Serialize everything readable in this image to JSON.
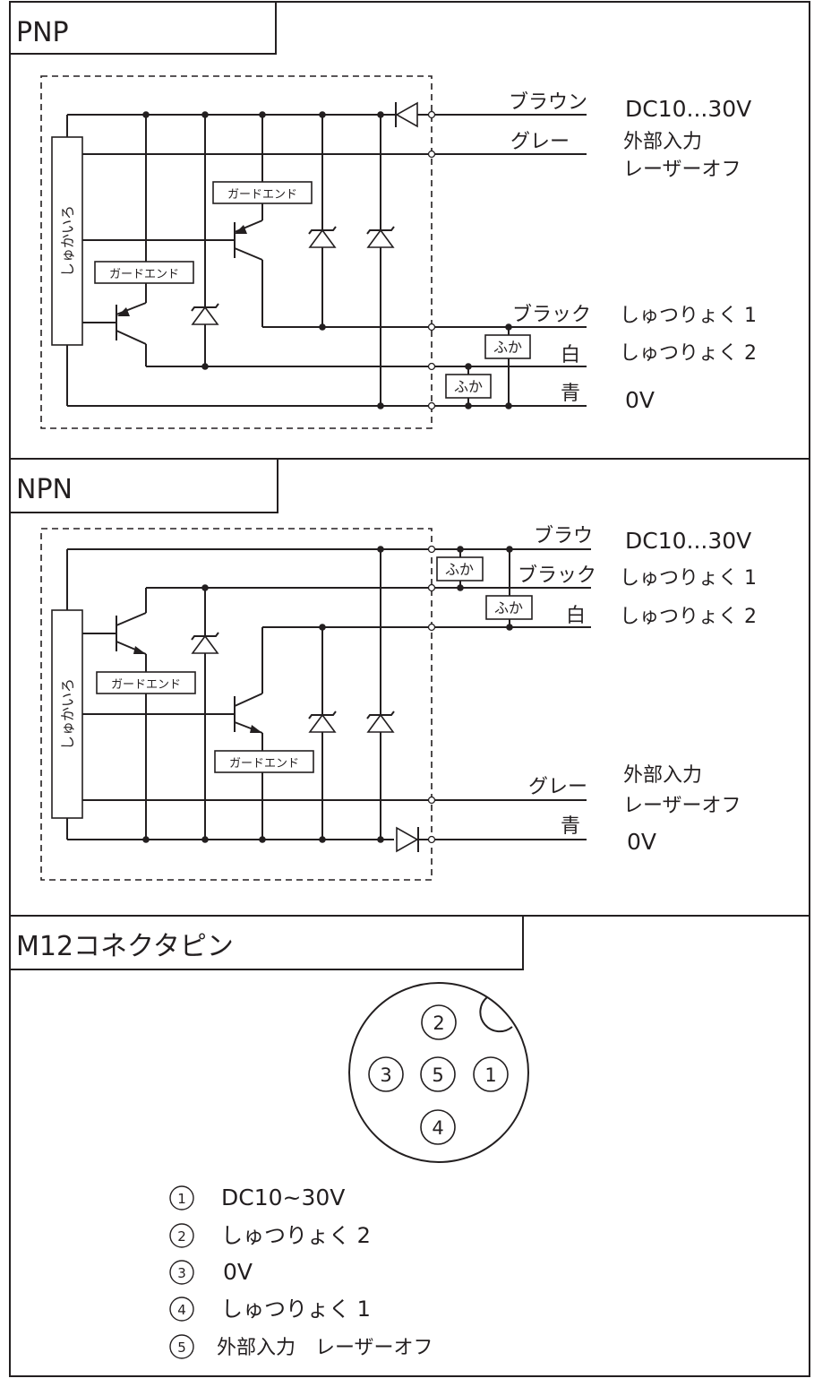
{
  "pnp": {
    "title": "PNP",
    "controller_label": "しゅかいろ",
    "guard_label": "ガードエンド",
    "load_label": "ふか",
    "wires": {
      "brown": "ブラウン",
      "gray": "グレー",
      "black": "ブラック",
      "white": "白",
      "blue": "青"
    },
    "functions": {
      "supply": "DC10...30V",
      "ext_input_1": "外部入力",
      "ext_input_2": "レーザーオフ",
      "output1": "しゅつりょく 1",
      "output2": "しゅつりょく 2",
      "zero": "0V"
    }
  },
  "npn": {
    "title": "NPN",
    "controller_label": "しゅかいろ",
    "guard_label": "ガードエンド",
    "load_label": "ふか",
    "wires": {
      "brown": "ブラウ",
      "black": "ブラック",
      "white": "白",
      "gray": "グレー",
      "blue": "青"
    },
    "functions": {
      "supply": "DC10...30V",
      "output1": "しゅつりょく 1",
      "output2": "しゅつりょく 2",
      "ext_input_1": "外部入力",
      "ext_input_2": "レーザーオフ",
      "zero": "0V"
    }
  },
  "m12": {
    "title": "M12コネクタピン",
    "pins": {
      "p1": "1",
      "p2": "2",
      "p3": "3",
      "p4": "4",
      "p5": "5"
    },
    "legend": [
      {
        "num": "1",
        "text": "DC10~30V"
      },
      {
        "num": "2",
        "text": "しゅつりょく 2"
      },
      {
        "num": "3",
        "text": "0V"
      },
      {
        "num": "4",
        "text": "しゅつりょく 1"
      },
      {
        "num": "5",
        "text": "外部入力　レーザーオフ"
      }
    ]
  }
}
